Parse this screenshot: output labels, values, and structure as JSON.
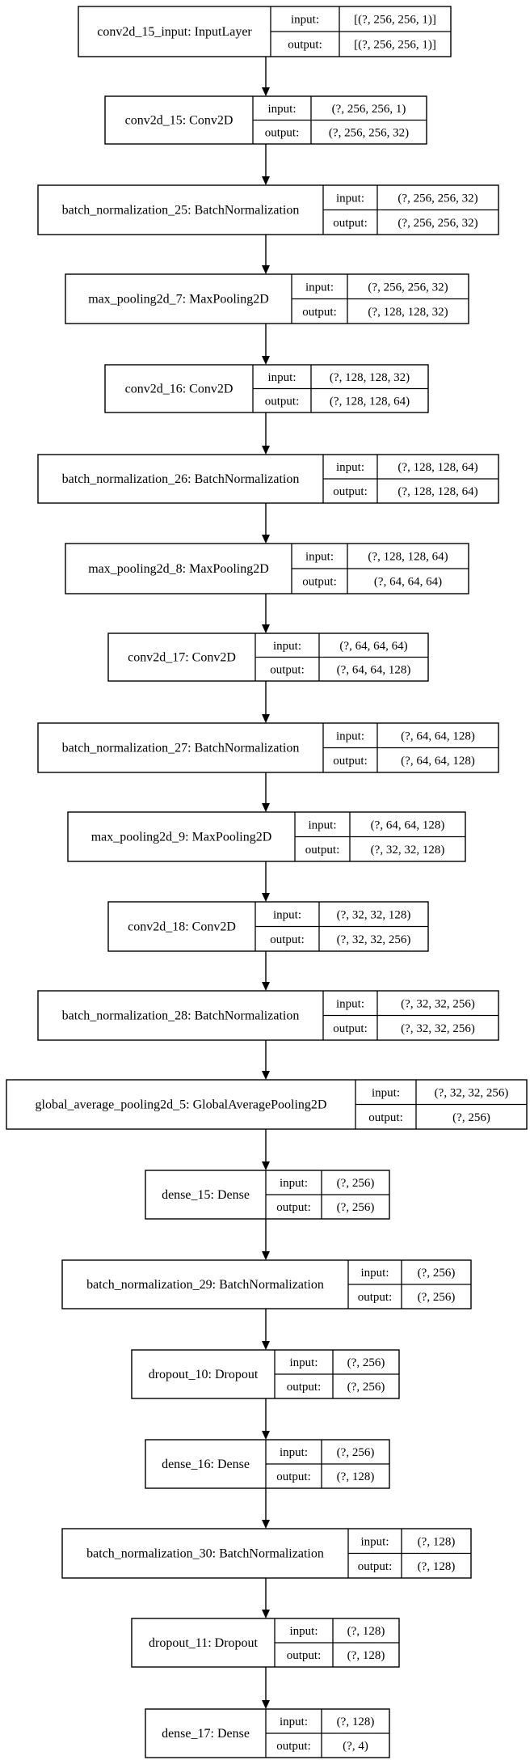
{
  "diagram": {
    "nodes": [
      {
        "name": "conv2d_15_input: InputLayer",
        "input": "[(?, 256, 256, 1)]",
        "output": "[(?, 256, 256, 1)]"
      },
      {
        "name": "conv2d_15: Conv2D",
        "input": "(?, 256, 256, 1)",
        "output": "(?, 256, 256, 32)"
      },
      {
        "name": "batch_normalization_25: BatchNormalization",
        "input": "(?, 256, 256, 32)",
        "output": "(?, 256, 256, 32)"
      },
      {
        "name": "max_pooling2d_7: MaxPooling2D",
        "input": "(?, 256, 256, 32)",
        "output": "(?, 128, 128, 32)"
      },
      {
        "name": "conv2d_16: Conv2D",
        "input": "(?, 128, 128, 32)",
        "output": "(?, 128, 128, 64)"
      },
      {
        "name": "batch_normalization_26: BatchNormalization",
        "input": "(?, 128, 128, 64)",
        "output": "(?, 128, 128, 64)"
      },
      {
        "name": "max_pooling2d_8: MaxPooling2D",
        "input": "(?, 128, 128, 64)",
        "output": "(?, 64, 64, 64)"
      },
      {
        "name": "conv2d_17: Conv2D",
        "input": "(?, 64, 64, 64)",
        "output": "(?, 64, 64, 128)"
      },
      {
        "name": "batch_normalization_27: BatchNormalization",
        "input": "(?, 64, 64, 128)",
        "output": "(?, 64, 64, 128)"
      },
      {
        "name": "max_pooling2d_9: MaxPooling2D",
        "input": "(?, 64, 64, 128)",
        "output": "(?, 32, 32, 128)"
      },
      {
        "name": "conv2d_18: Conv2D",
        "input": "(?, 32, 32, 128)",
        "output": "(?, 32, 32, 256)"
      },
      {
        "name": "batch_normalization_28: BatchNormalization",
        "input": "(?, 32, 32, 256)",
        "output": "(?, 32, 32, 256)"
      },
      {
        "name": "global_average_pooling2d_5: GlobalAveragePooling2D",
        "input": "(?, 32, 32, 256)",
        "output": "(?, 256)"
      },
      {
        "name": "dense_15: Dense",
        "input": "(?, 256)",
        "output": "(?, 256)"
      },
      {
        "name": "batch_normalization_29: BatchNormalization",
        "input": "(?, 256)",
        "output": "(?, 256)"
      },
      {
        "name": "dropout_10: Dropout",
        "input": "(?, 256)",
        "output": "(?, 256)"
      },
      {
        "name": "dense_16: Dense",
        "input": "(?, 256)",
        "output": "(?, 128)"
      },
      {
        "name": "batch_normalization_30: BatchNormalization",
        "input": "(?, 128)",
        "output": "(?, 128)"
      },
      {
        "name": "dropout_11: Dropout",
        "input": "(?, 128)",
        "output": "(?, 128)"
      },
      {
        "name": "dense_17: Dense",
        "input": "(?, 128)",
        "output": "(?, 4)"
      }
    ],
    "labels": {
      "input": "input:",
      "output": "output:"
    }
  }
}
